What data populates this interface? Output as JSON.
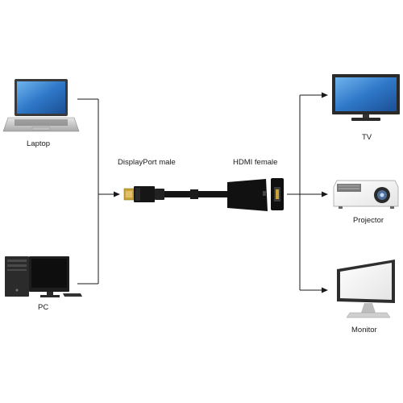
{
  "sources": {
    "laptop": {
      "label": "Laptop"
    },
    "pc": {
      "label": "PC"
    }
  },
  "adapter": {
    "input_label": "DisplayPort male",
    "output_label": "HDMI female"
  },
  "outputs": {
    "tv": {
      "label": "TV"
    },
    "projector": {
      "label": "Projector"
    },
    "monitor": {
      "label": "Monitor"
    }
  },
  "colors": {
    "line": "#1a1a1a",
    "device_dark": "#2b2b2b",
    "screen_blue": "#2f78c8",
    "adapter_black": "#111111",
    "gold": "#c9a23a"
  }
}
